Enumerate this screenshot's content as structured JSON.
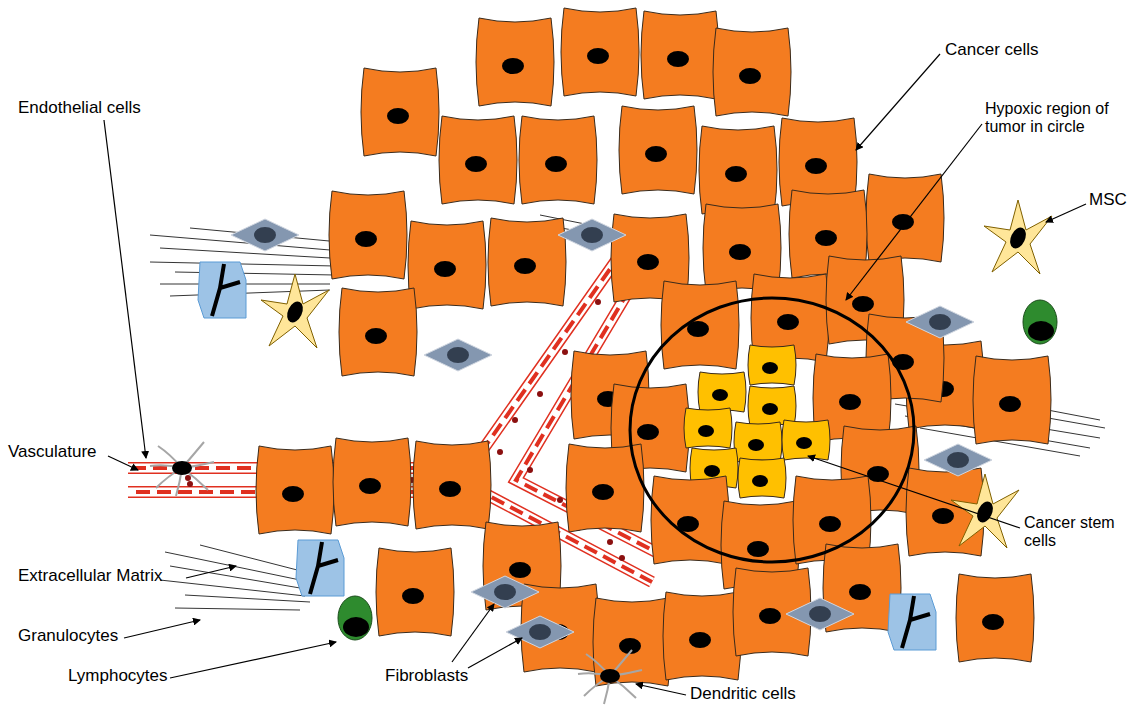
{
  "diagram": {
    "labels": [
      "Cancer cells",
      "Hypoxic region of tumor in circle",
      "MSC",
      "Endothelial cells",
      "Vasculature",
      "Cancer stem cells",
      "Extracellular Matrix",
      "Granulocytes",
      "Lymphocytes",
      "Fibroblasts",
      "Dendritic cells"
    ]
  }
}
